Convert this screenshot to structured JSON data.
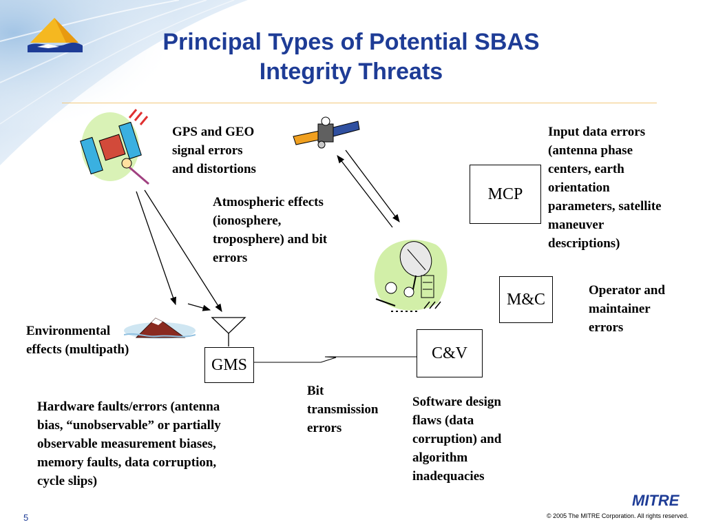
{
  "title": {
    "line1": "Principal Types of Potential SBAS",
    "line2": "Integrity Threats"
  },
  "nodes": {
    "mcp": "MCP",
    "mc": "M&C",
    "cv": "C&V",
    "gms": "GMS"
  },
  "labels": {
    "gps_geo": [
      "GPS and GEO",
      "signal errors",
      "and distortions"
    ],
    "atmospheric": [
      "Atmospheric effects",
      "(ionosphere,",
      "troposphere) and bit",
      "errors"
    ],
    "input_data": [
      "Input data errors",
      "(antenna phase",
      "centers, earth",
      "orientation",
      "parameters, satellite",
      "maneuver",
      "descriptions)"
    ],
    "operator": [
      "Operator and",
      "maintainer",
      "errors"
    ],
    "environmental": [
      "Environmental",
      "effects (multipath)"
    ],
    "bit_transmission": [
      "Bit",
      "transmission",
      "errors"
    ],
    "software": [
      "Software design",
      "flaws (data",
      "corruption) and",
      "algorithm",
      "inadequacies"
    ],
    "hardware": [
      "Hardware faults/errors (antenna",
      "bias, “unobservable” or partially",
      "observable measurement biases,",
      "memory faults, data corruption,",
      "cycle slips)"
    ]
  },
  "icons": {
    "logo": "mitre-sbas-logo-icon",
    "gps_satellite": "gps-satellite-icon",
    "geo_satellite": "geo-satellite-icon",
    "ground_station": "satellite-dish-icon",
    "mountain": "mountain-icon",
    "antenna": "antenna-icon"
  },
  "footer": {
    "page_number": "5",
    "brand": "MITRE",
    "copyright": "© 2005 The MITRE Corporation. All rights reserved."
  },
  "colors": {
    "title": "#1e3c96",
    "rule": "#f2c87a",
    "brand": "#1e3c96"
  }
}
